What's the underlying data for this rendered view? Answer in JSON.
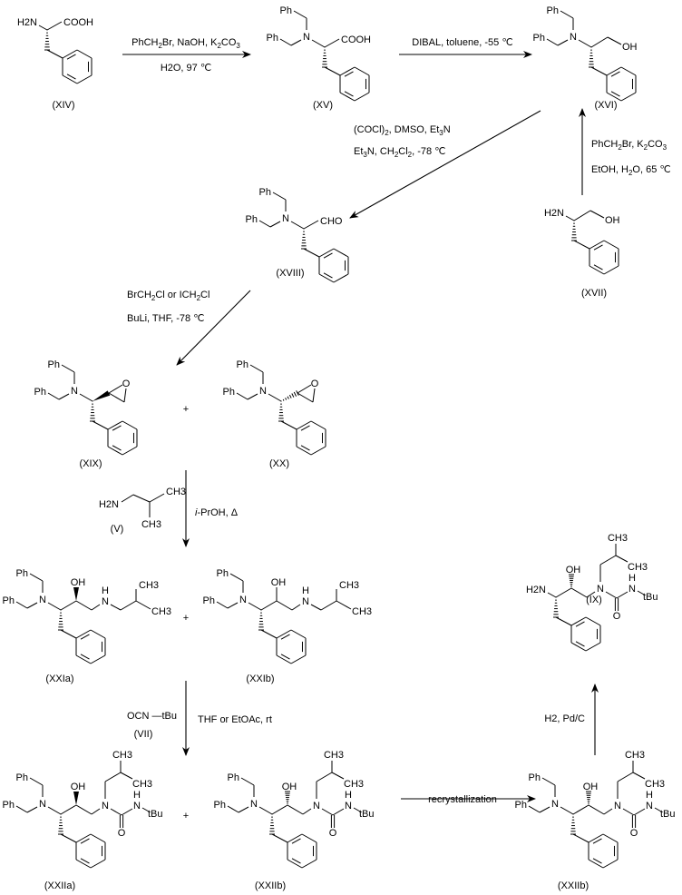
{
  "compounds": {
    "XIV": "(XIV)",
    "XV": "(XV)",
    "XVI": "(XVI)",
    "XVII": "(XVII)",
    "XVIII": "(XVIII)",
    "XIX": "(XIX)",
    "XX": "(XX)",
    "V": "(V)",
    "XXIa": "(XXIa)",
    "XXIb": "(XXIb)",
    "VII": "(VII)",
    "XXIIa": "(XXIIa)",
    "XXIIb": "(XXIIb)",
    "XXIIIb": "(XXIIb)",
    "IX": "(IX)"
  },
  "reagents": {
    "step1_top": "PhCH2Br, NaOH, K2CO3",
    "step1_bottom": "H2O, 97 ℃",
    "step2": "DIBAL, toluene, -55 ℃",
    "step3_top": "(COCl)2, DMSO, Et3N",
    "step3_bottom": "Et3N, CH2Cl2, -78 ℃",
    "step4_top": "PhCH2Br, K2CO3",
    "step4_bottom": "EtOH, H2O, 65 ℃",
    "step5_top": "BrCH2Cl or ICH2Cl",
    "step5_bottom": "BuLi, THF, -78 ℃",
    "step6": "i-PrOH, Δ",
    "step7_reagent": "OCN —tBu",
    "step7_conditions": "THF or EtOAc, rt",
    "step8": "recrystallization",
    "step9": "H2, Pd/C"
  },
  "atom_labels": {
    "Ph": "Ph",
    "N": "N",
    "H2N": "H2N",
    "COOH": "COOH",
    "OH": "OH",
    "CHO": "CHO",
    "O": "O",
    "H": "H",
    "CH3": "CH3",
    "tBu": "tBu"
  },
  "plus": "+"
}
